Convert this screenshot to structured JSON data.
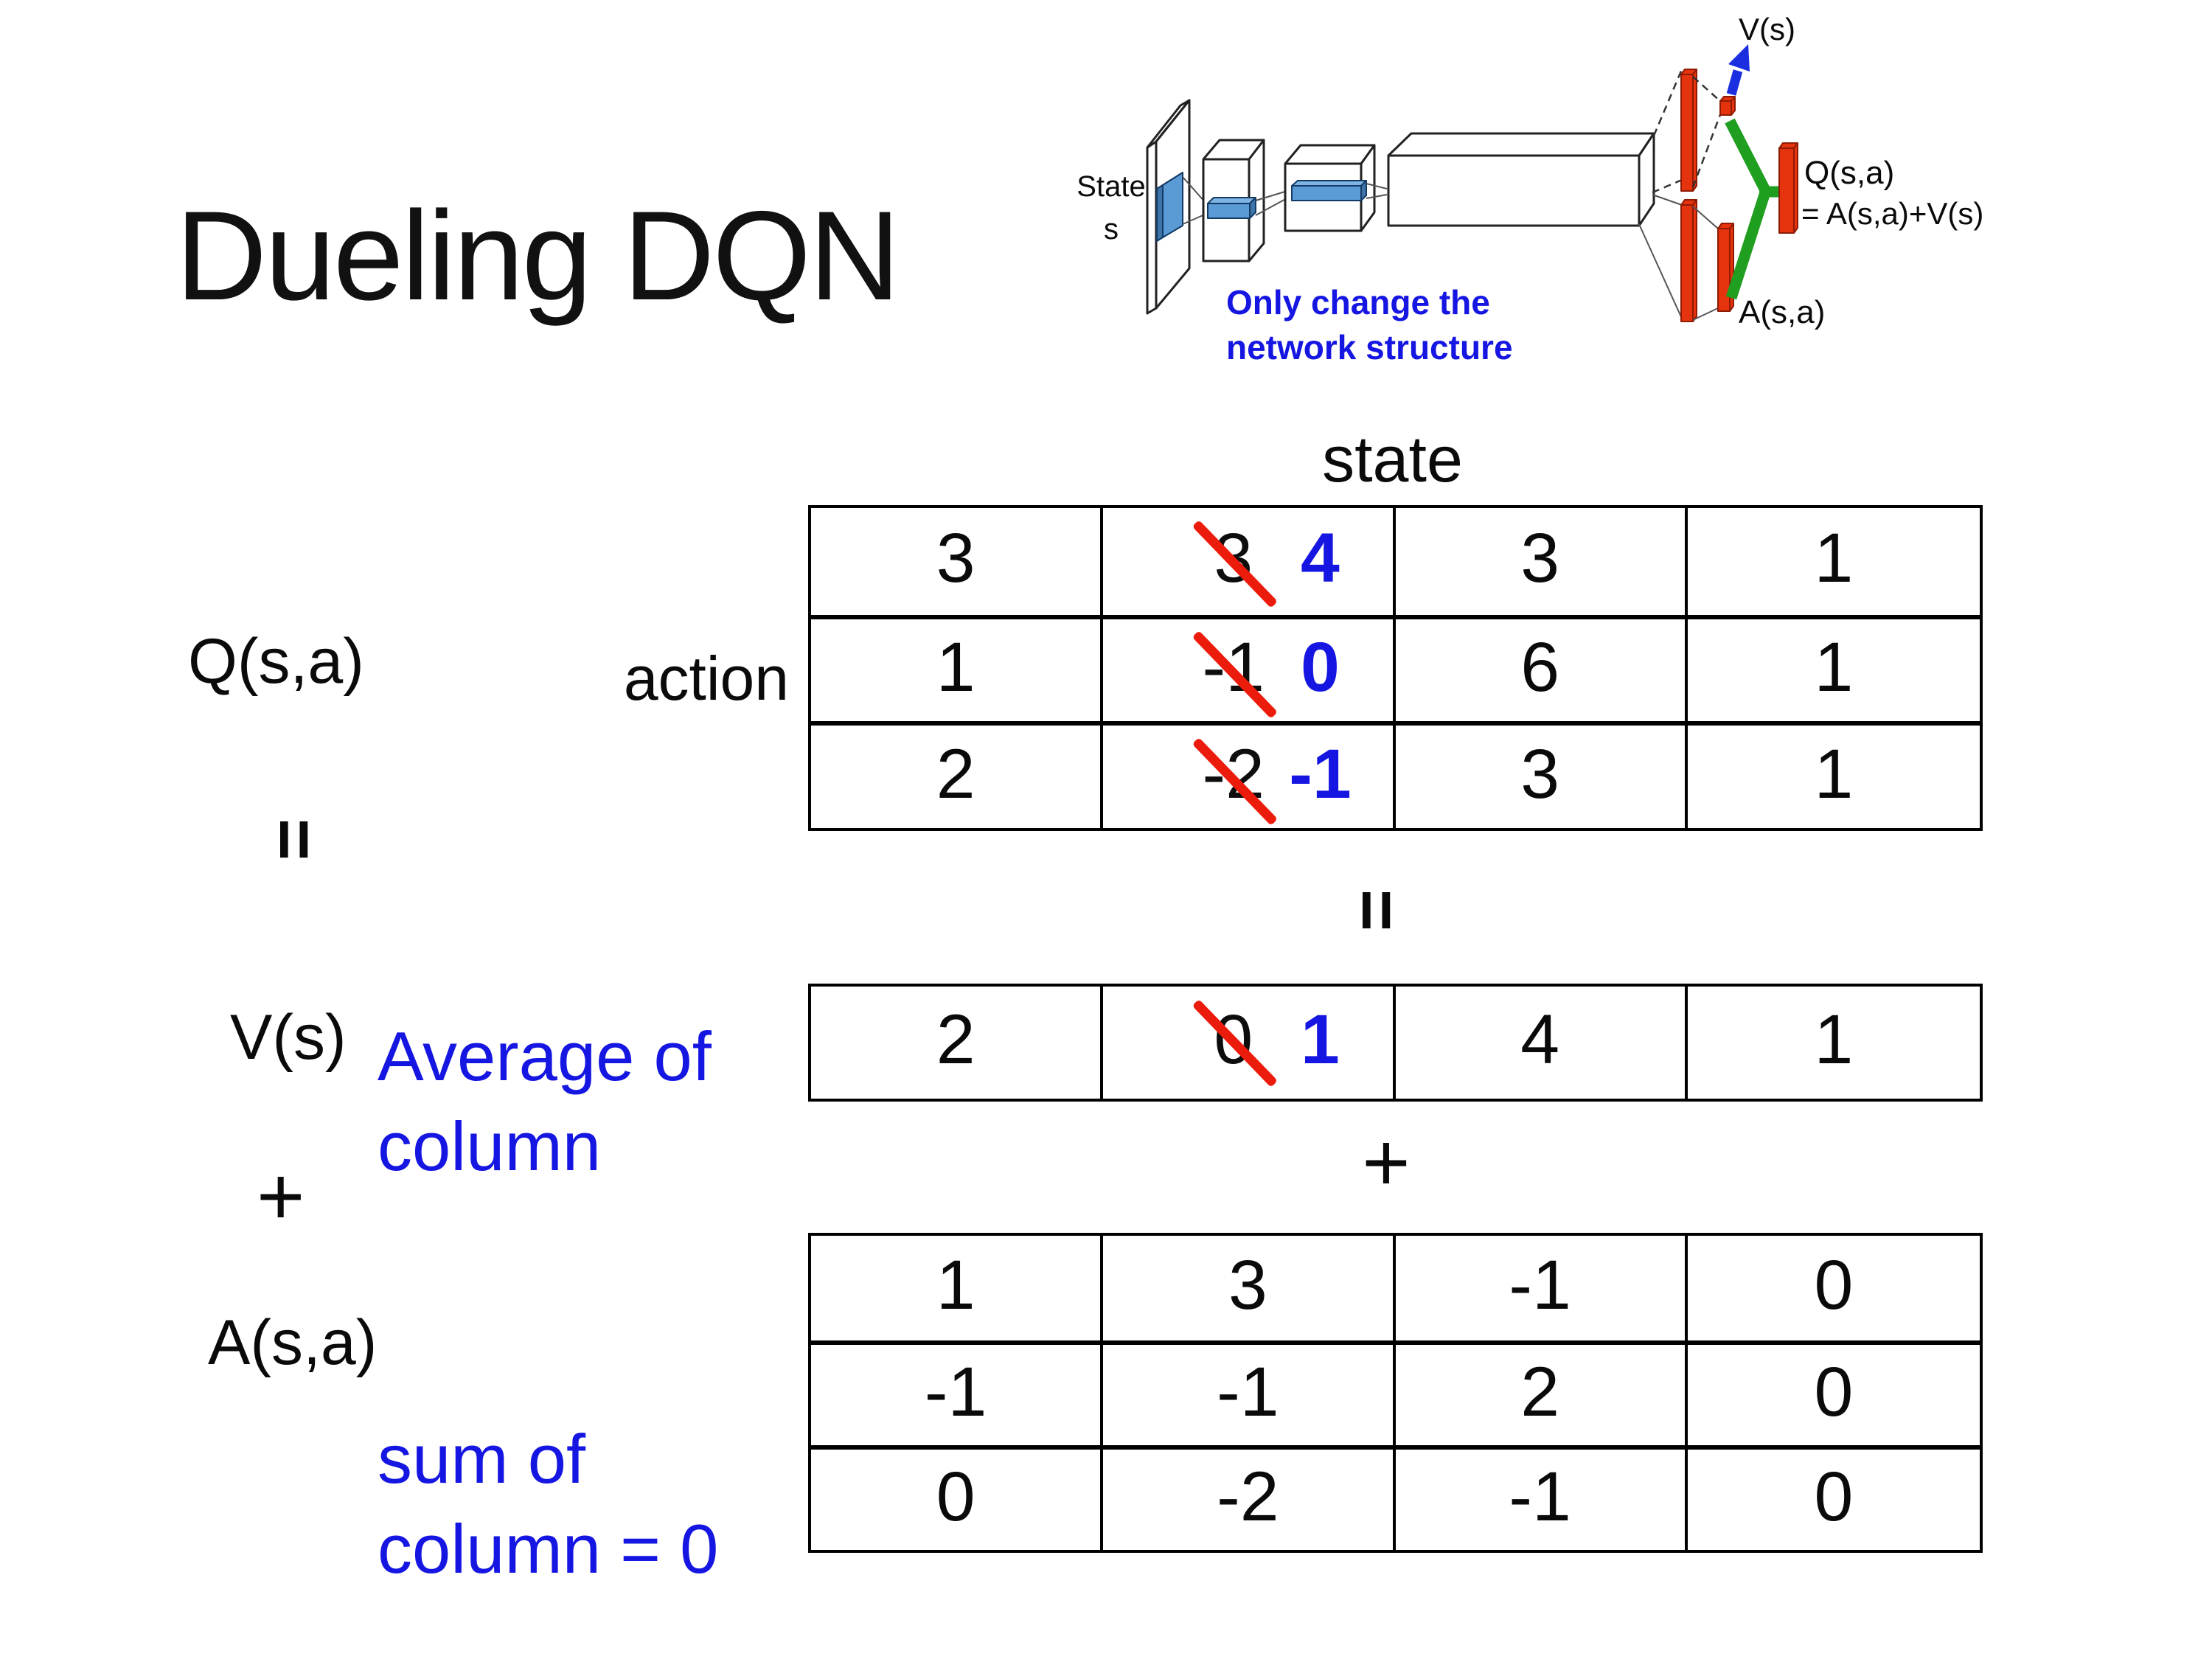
{
  "title": "Dueling DQN",
  "colors": {
    "annotation_blue": "#1616e2",
    "strike_red": "#ec1c0c",
    "bar_red": "#e5330e",
    "merge_green": "#1f9e1f",
    "feature_blue": "#5b9bd5"
  },
  "network_diagram": {
    "input_label_line1": "State",
    "input_label_line2": "s",
    "note_line1": "Only change the",
    "note_line2": "network structure",
    "value_output_label": "V(s)",
    "q_output_label_line1": "Q(s,a)",
    "q_output_label_line2": "= A(s,a)+V(s)",
    "advantage_output_label": "A(s,a)"
  },
  "equation": {
    "q_label": "Q(s,a)",
    "equals_left": "=",
    "v_label": "V(s)",
    "plus_left": "+",
    "a_label": "A(s,a)",
    "equals_center": "=",
    "plus_center": "+",
    "state_header": "state",
    "action_label": "action",
    "average_note_line1": "Average of",
    "average_note_line2": "column",
    "sum_note_line1": "sum of",
    "sum_note_line2": "column = 0"
  },
  "q_table": {
    "rows": [
      [
        {
          "value": "3"
        },
        {
          "value": "3",
          "replaced_by": "4"
        },
        {
          "value": "3"
        },
        {
          "value": "1"
        }
      ],
      [
        {
          "value": "1"
        },
        {
          "value": "-1",
          "replaced_by": "0"
        },
        {
          "value": "6"
        },
        {
          "value": "1"
        }
      ],
      [
        {
          "value": "2"
        },
        {
          "value": "-2",
          "replaced_by": "-1"
        },
        {
          "value": "3"
        },
        {
          "value": "1"
        }
      ]
    ]
  },
  "v_table": {
    "rows": [
      [
        {
          "value": "2"
        },
        {
          "value": "0",
          "replaced_by": "1"
        },
        {
          "value": "4"
        },
        {
          "value": "1"
        }
      ]
    ]
  },
  "a_table": {
    "rows": [
      [
        {
          "value": "1"
        },
        {
          "value": "3"
        },
        {
          "value": "-1"
        },
        {
          "value": "0"
        }
      ],
      [
        {
          "value": "-1"
        },
        {
          "value": "-1"
        },
        {
          "value": "2"
        },
        {
          "value": "0"
        }
      ],
      [
        {
          "value": "0"
        },
        {
          "value": "-2"
        },
        {
          "value": "-1"
        },
        {
          "value": "0"
        }
      ]
    ]
  }
}
